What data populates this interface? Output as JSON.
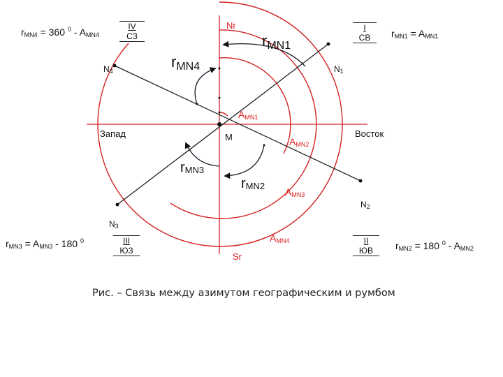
{
  "north_label": "Nг",
  "south_label": "Sг",
  "west_label": "Запад",
  "east_label": "Восток",
  "center_label": "M",
  "quadrants": [
    {
      "id": "I",
      "roman": "I",
      "abbr": "СВ"
    },
    {
      "id": "II",
      "roman": "II",
      "abbr": "ЮВ"
    },
    {
      "id": "III",
      "roman": "III",
      "abbr": "ЮЗ"
    },
    {
      "id": "IV",
      "roman": "IV",
      "abbr": "СЗ"
    }
  ],
  "points": {
    "n1": {
      "base": "N",
      "sub": "1"
    },
    "n2": {
      "base": "N",
      "sub": "2"
    },
    "n3": {
      "base": "N",
      "sub": "3"
    },
    "n4": {
      "base": "N",
      "sub": "4"
    }
  },
  "rumb_labels": {
    "r1": {
      "base": "r",
      "sub": "MN1"
    },
    "r2": {
      "base": "r",
      "sub": "MN2"
    },
    "r3": {
      "base": "r",
      "sub": "MN3"
    },
    "r4": {
      "base": "r",
      "sub": "MN4"
    }
  },
  "azimuth_labels": {
    "a1": {
      "base": "A",
      "sub": "MN1"
    },
    "a2": {
      "base": "A",
      "sub": "MN2"
    },
    "a3": {
      "base": "A",
      "sub": "MN3"
    },
    "a4": {
      "base": "A",
      "sub": "MN4"
    }
  },
  "formulas": {
    "f1": {
      "r": "r",
      "r_sub": "MN1",
      "mid": " = A",
      "a_sub": "MN1",
      "tail": ""
    },
    "f2": {
      "r": "r",
      "r_sub": "MN2",
      "mid": " = 180 ",
      "deg": "0",
      "rest": " - A",
      "a_sub": "MN2"
    },
    "f3": {
      "r": "r",
      "r_sub": "MN3",
      "mid": " = A",
      "a_sub": "MN3",
      "rest": " - 180 ",
      "deg": "0"
    },
    "f4": {
      "r": "r",
      "r_sub": "MN4",
      "mid": " = 360 ",
      "deg": "0",
      "rest": " - A",
      "a_sub": "MN4"
    }
  },
  "caption": "Рис.  – Связь между азимутом географическим и румбом",
  "colors": {
    "azimuth_arcs": "#d22222",
    "lines": "#222222",
    "rumb_arcs": "#1a1a2a"
  }
}
